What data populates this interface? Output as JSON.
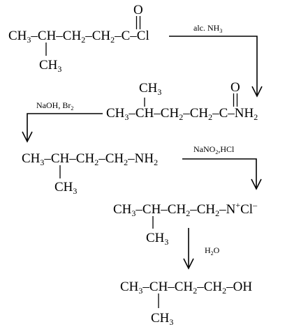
{
  "compound1": {
    "chain": {
      "pre": "CH",
      "s1": "3",
      "mid1": "–CH–CH",
      "s2": "2",
      "mid2": "–CH",
      "s3": "2",
      "post": "–C–Cl"
    },
    "methyl": {
      "pre": "CH",
      "s": "3"
    },
    "oxygen": "O"
  },
  "step1": {
    "reagent": "alc. NH",
    "sub": "3"
  },
  "compound2": {
    "chain": {
      "pre": "CH",
      "s1": "3",
      "mid1": "–CH–CH",
      "s2": "2",
      "mid2": "–CH",
      "s3": "2",
      "post": "–C–NH",
      "s4": "2"
    },
    "methyl": {
      "pre": "CH",
      "s": "3"
    },
    "oxygen": "O"
  },
  "step2": {
    "reagent": "NaOH, Br",
    "sub": "2"
  },
  "compound3": {
    "chain": {
      "pre": "CH",
      "s1": "3",
      "mid1": "–CH–CH",
      "s2": "2",
      "mid2": "–CH",
      "s3": "2",
      "post": "–NH",
      "s4": "2"
    },
    "methyl": {
      "pre": "CH",
      "s": "3"
    }
  },
  "step3": {
    "p1": "NaNO",
    "sub": "2",
    "p2": ",HCl"
  },
  "compound4": {
    "chain": {
      "pre": "CH",
      "s1": "3",
      "mid1": "–CH–CH",
      "s2": "2",
      "mid2": "–CH",
      "s3": "2",
      "post": "–N",
      "sup1": "+",
      "post2": "Cl",
      "sup2": "–"
    },
    "methyl": {
      "pre": "CH",
      "s": "3"
    }
  },
  "step4": {
    "p1": "H",
    "sub": "2",
    "p2": "O"
  },
  "compound5": {
    "chain": {
      "pre": "CH",
      "s1": "3",
      "mid1": "–CH–CH",
      "s2": "2",
      "mid2": "–CH",
      "s3": "2",
      "post": "–OH"
    },
    "methyl": {
      "pre": "CH",
      "s": "3"
    }
  }
}
